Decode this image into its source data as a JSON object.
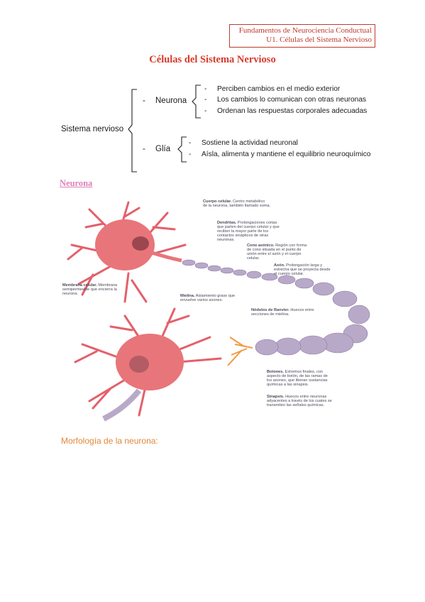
{
  "header": {
    "line1": "Fundamentos de Neurociencia Conductual",
    "line2": "U1. Células del Sistema Nervioso"
  },
  "title": "Células del Sistema Nervioso",
  "diagram": {
    "root": "Sistema nervioso",
    "branches": [
      {
        "label": "Neurona",
        "items": [
          "Perciben cambios en el medio exterior",
          "Los cambios lo comunican con otras neuronas",
          "Ordenan las respuestas corporales adecuadas"
        ]
      },
      {
        "label": "Glía",
        "items": [
          "Sostiene la actividad neuronal",
          "Aísla, alimenta y mantiene el equilibrio neuroquímico"
        ]
      }
    ]
  },
  "section_neurona": "Neurona",
  "illustration": {
    "labels": {
      "cuerpo": {
        "term": "Cuerpo celular.",
        "desc1": "Centro metabólico",
        "desc2": "de la neurona, también llamado soma."
      },
      "dendritas": {
        "term": "Dendritas.",
        "desc1": "Prolongaciones cortas",
        "desc2": "que parten del cuerpo celular y que",
        "desc3": "reciben la mayor parte de los",
        "desc4": "contactos sinápticos de otras",
        "desc5": "neuronas."
      },
      "cono": {
        "term": "Cono axónico.",
        "desc1": "Región con forma",
        "desc2": "de cono situada en el punto de",
        "desc3": "unión entre el axón y el cuerpo",
        "desc4": "celular."
      },
      "axon": {
        "term": "Axón.",
        "desc1": "Prolongación larga y",
        "desc2": "estrecha que se proyecta desde",
        "desc3": "el cuerpo celular."
      },
      "membrana": {
        "term": "Membrana celular.",
        "desc1": "Membrana",
        "desc2": "semipermeable que encierra la",
        "desc3": "neurona."
      },
      "mielina": {
        "term": "Mielina.",
        "desc1": "Aislamiento graso que",
        "desc2": "envuelve varios axones."
      },
      "ranvier": {
        "term": "Nódulos de Ranvier.",
        "desc1": "Huecos entre",
        "desc2": "secciones de mielina."
      },
      "botones": {
        "term": "Botones.",
        "desc1": "Extremos finales, con",
        "desc2": "aspecto de botón, de las ramas de",
        "desc3": "los axones, que liberan sustancias",
        "desc4": "químicas a las sinapsis."
      },
      "sinapsis": {
        "term": "Sinapsis.",
        "desc1": "Huecos entre neuronas",
        "desc2": "adyacentes a través de los cuales se",
        "desc3": "transmiten las señales químicas."
      }
    }
  },
  "morfologia": "Morfología de la neurona:"
}
